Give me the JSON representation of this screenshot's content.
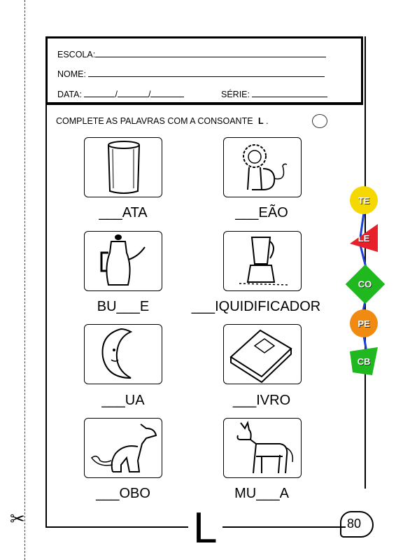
{
  "header": {
    "school_label": "ESCOLA:",
    "name_label": "NOME:",
    "date_label": "DATA:",
    "date_sep1": "/",
    "date_sep2": "/",
    "grade_label": "SÉRIE:"
  },
  "instruction": {
    "text": "COMPLETE AS PALAVRAS COM A CONSOANTE",
    "letter": "L",
    "period": "."
  },
  "items": [
    {
      "word": "___ATA",
      "icon": "can-icon"
    },
    {
      "word": "___EÃO",
      "icon": "lion-icon"
    },
    {
      "word": "BU___E",
      "icon": "kettle-icon"
    },
    {
      "word": "___IQUIDIFICADOR",
      "icon": "blender-icon"
    },
    {
      "word": "___UA",
      "icon": "moon-icon"
    },
    {
      "word": "___IVRO",
      "icon": "book-icon"
    },
    {
      "word": "___OBO",
      "icon": "wolf-icon"
    },
    {
      "word": "MU___A",
      "icon": "mule-icon"
    }
  ],
  "side_badges": [
    {
      "label": "TE",
      "color": "#f5d800"
    },
    {
      "label": "LE",
      "color": "#e8202a"
    },
    {
      "label": "CO",
      "color": "#1fb81f"
    },
    {
      "label": "PE",
      "color": "#f08a10"
    },
    {
      "label": "CB",
      "color": "#1fb81f"
    }
  ],
  "footer": {
    "letter": "L",
    "page_number": "80"
  }
}
